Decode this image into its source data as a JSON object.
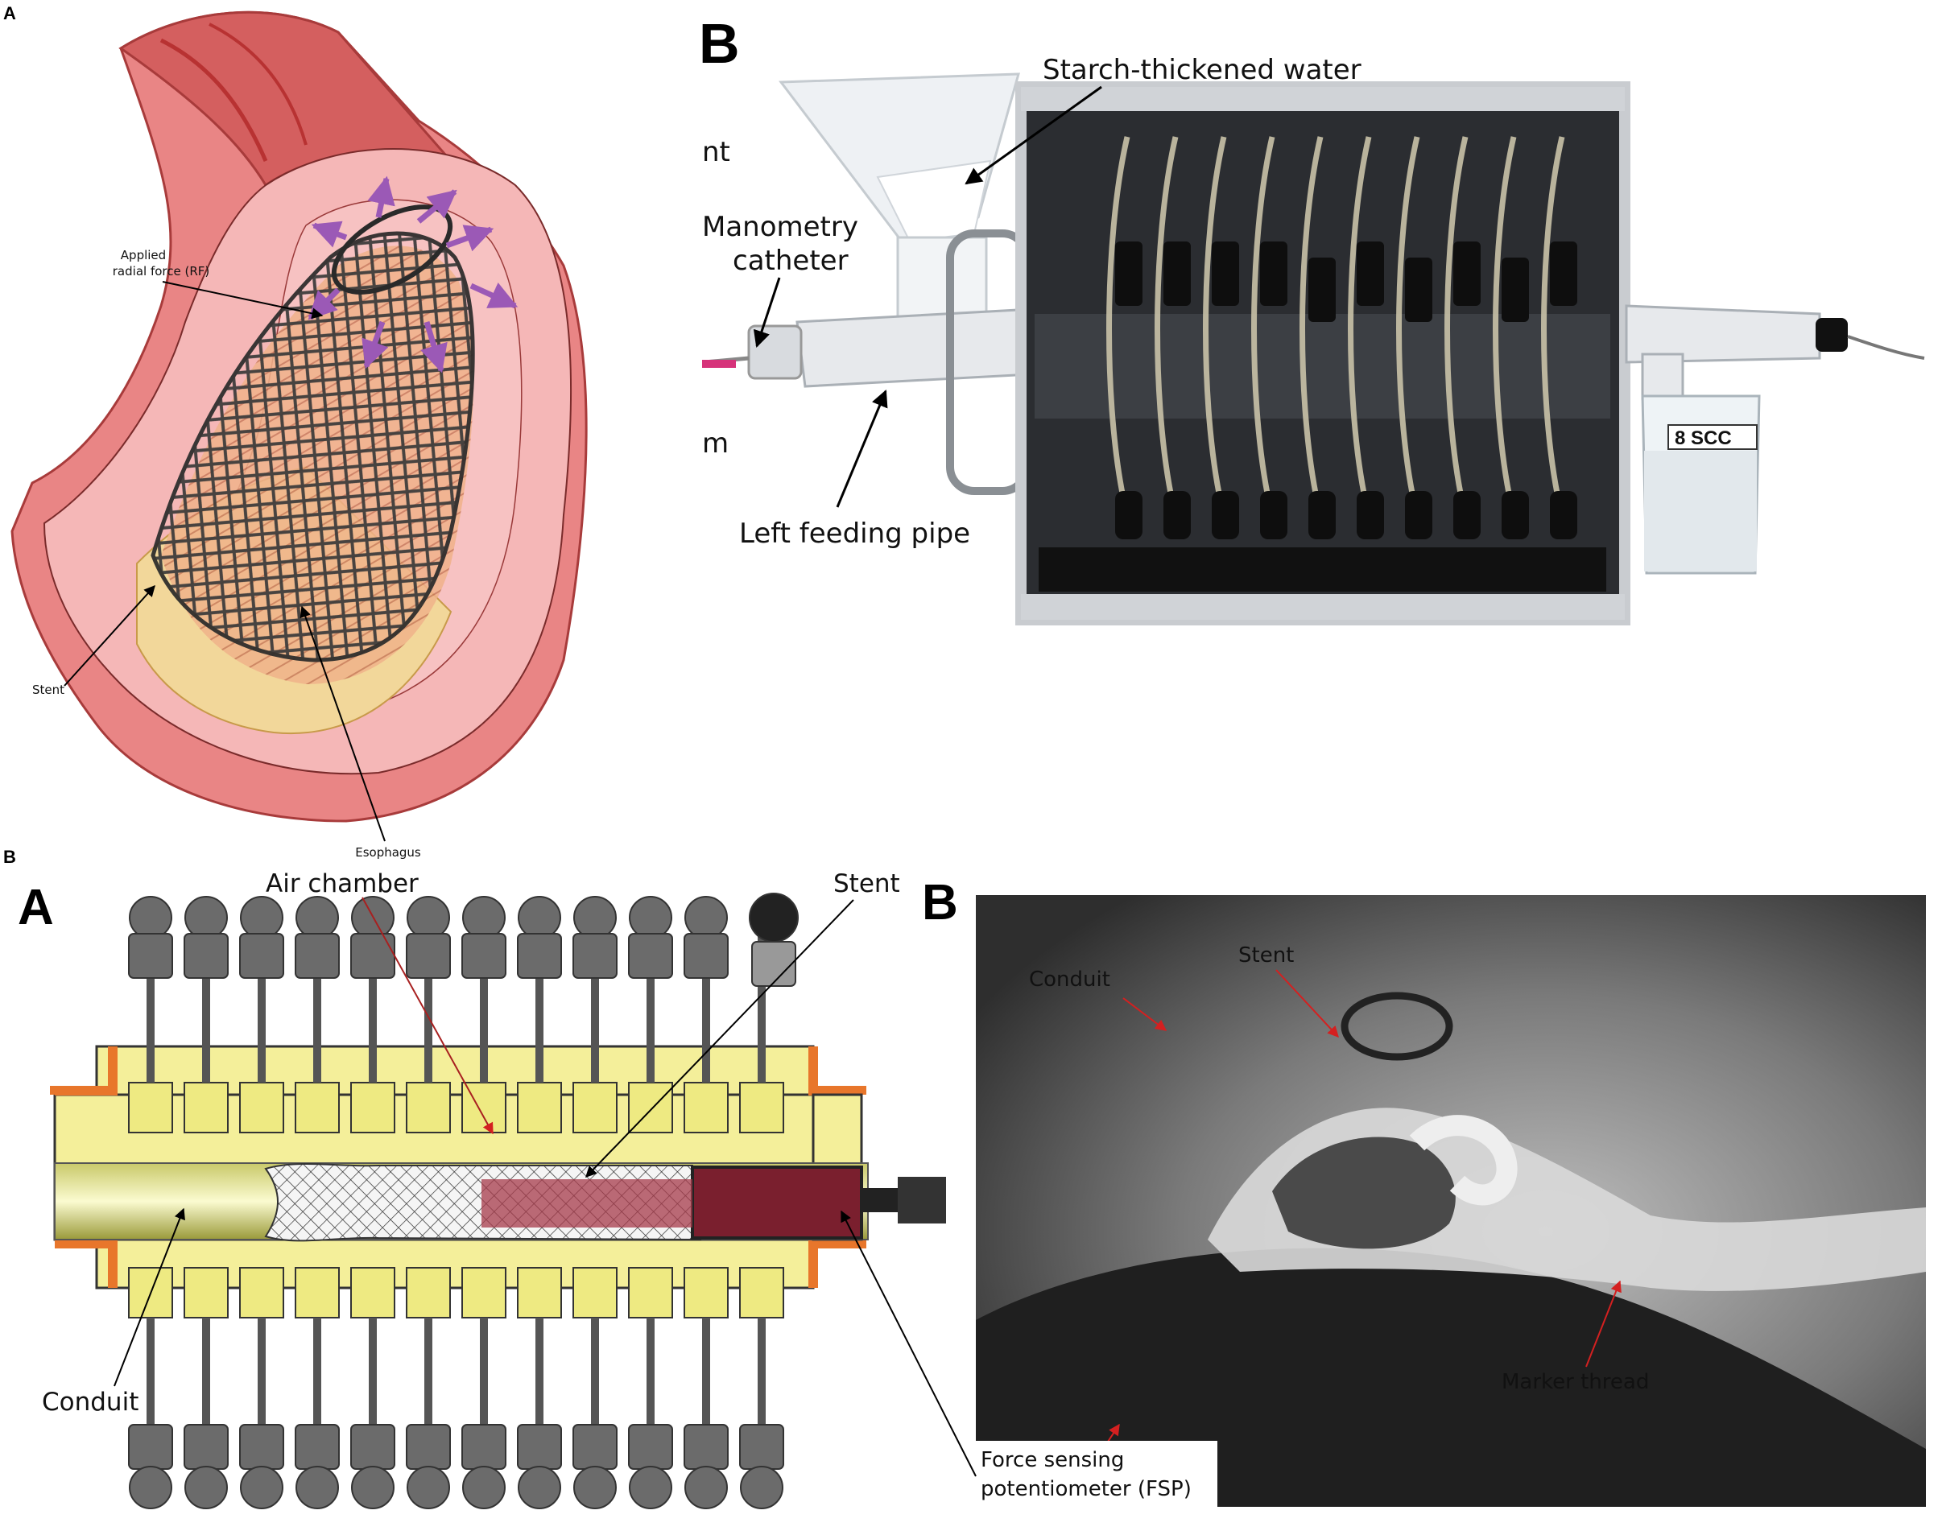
{
  "panels": {
    "top_left": {
      "letter": "A",
      "labels": {
        "rf": "Applied radial force (RF)",
        "rf_line1": "Applied",
        "rf_line2": "radial force (RF)",
        "stent": "Stent",
        "esophagus": "Esophagus"
      }
    },
    "top_right": {
      "letter": "B",
      "labels": {
        "water": "Starch-thickened water",
        "manometry_line1": "Manometry",
        "manometry_line2": "catheter",
        "feeding": "Left feeding pipe",
        "frag1": "nt",
        "frag2": "m",
        "beaker": "8 SCC"
      }
    },
    "bottom": {
      "section_letter": "B",
      "left": {
        "letter": "A",
        "labels": {
          "air": "Air chamber",
          "stent": "Stent",
          "conduit": "Conduit",
          "fsp_line1": "Force sensing",
          "fsp_line2": "potentiometer (FSP)"
        }
      },
      "right": {
        "letter": "B",
        "labels": {
          "conduit": "Conduit",
          "stent": "Stent",
          "marker": "Marker thread"
        }
      }
    }
  },
  "colors": {
    "tissue": "#e98585",
    "lumen": "#f5b7b7",
    "muscle": "#f2d79a",
    "arrow_purple": "#9b59b6",
    "device_yellow": "#f4ef9a",
    "chamber_red": "#8b2232",
    "flange_orange": "#e8762b",
    "annot_red": "#d42020"
  }
}
